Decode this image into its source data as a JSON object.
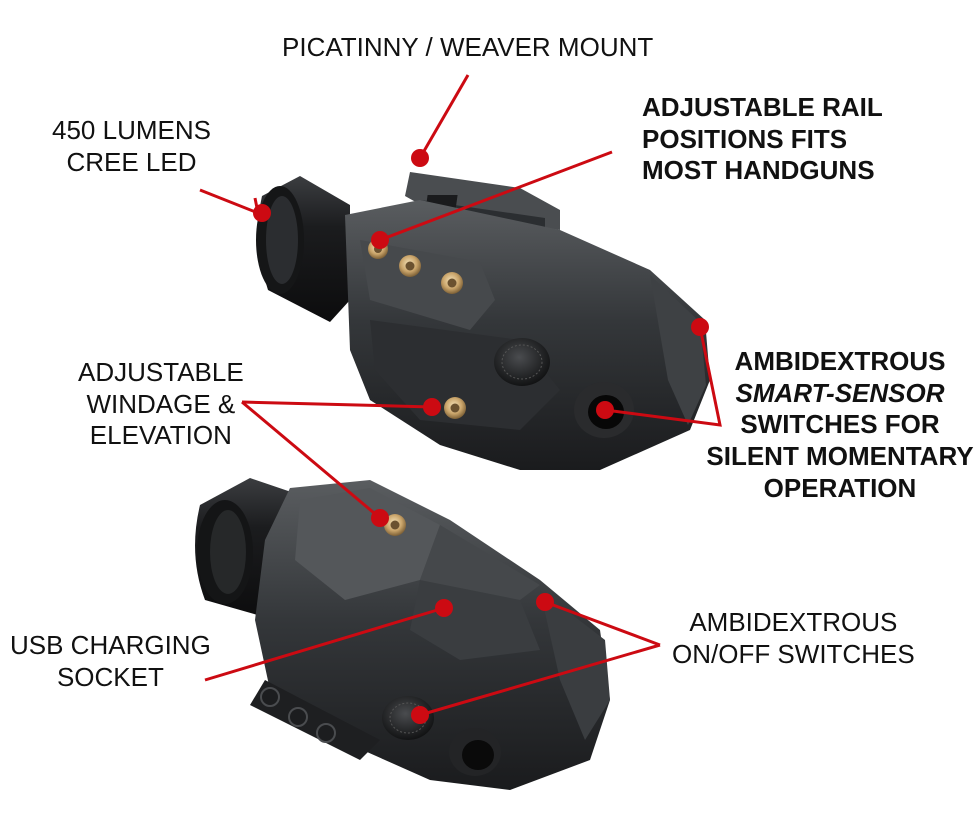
{
  "image": {
    "description": "Product feature diagram of a pistol weapon light/laser combo shown from two angles with red callout lines",
    "callout_color": "#cc0a12",
    "body_color": "#2a2c2e"
  },
  "callouts": {
    "mount": {
      "lines": [
        "PICATINNY / WEAVER MOUNT"
      ]
    },
    "lumens": {
      "lines": [
        "450 LUMENS",
        "CREE LED"
      ]
    },
    "rail": {
      "lines": [
        "ADJUSTABLE RAIL",
        "POSITIONS FITS",
        "MOST HANDGUNS"
      ]
    },
    "windage": {
      "lines": [
        "ADJUSTABLE",
        "WINDAGE &",
        "ELEVATION"
      ]
    },
    "sensor": {
      "lines": [
        "AMBIDEXTROUS",
        "SMART-SENSOR",
        "SWITCHES FOR",
        "SILENT MOMENTARY",
        "OPERATION"
      ]
    },
    "usb": {
      "lines": [
        "USB CHARGING",
        "SOCKET"
      ]
    },
    "onoff": {
      "lines": [
        "AMBIDEXTROUS",
        "ON/OFF SWITCHES"
      ]
    }
  }
}
